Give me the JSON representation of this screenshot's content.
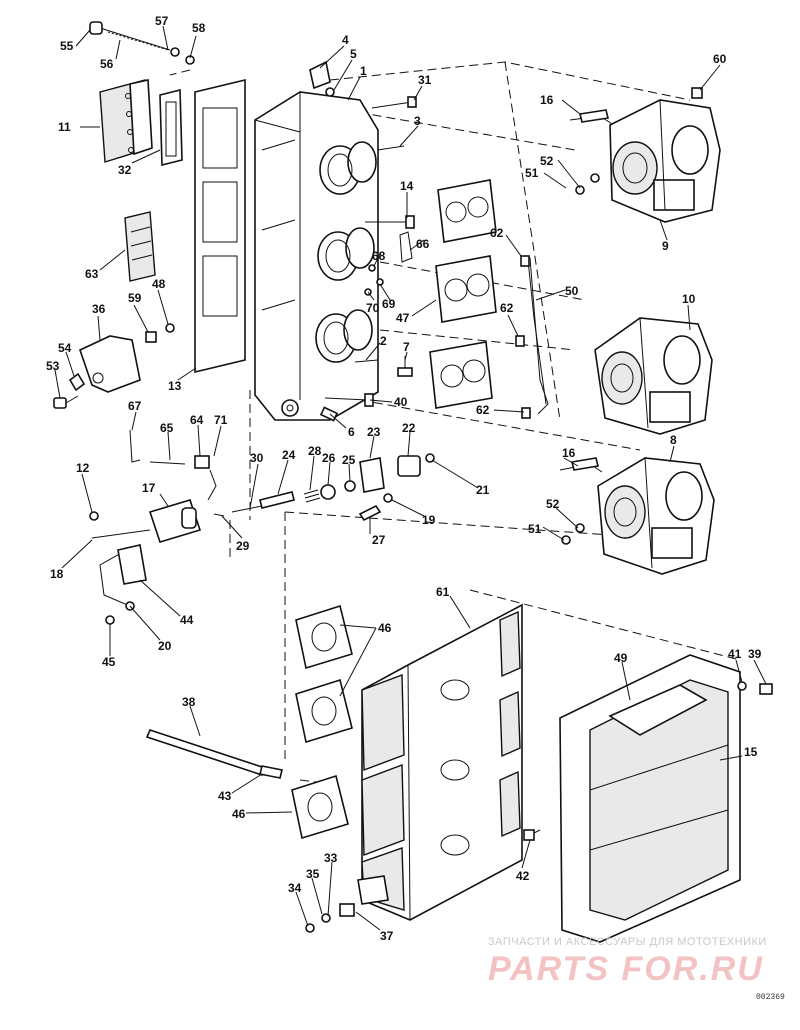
{
  "callouts": [
    {
      "label": "55"
    },
    {
      "label": "57"
    },
    {
      "label": "58"
    },
    {
      "label": "56"
    },
    {
      "label": "4"
    },
    {
      "label": "5"
    },
    {
      "label": "1"
    },
    {
      "label": "31"
    },
    {
      "label": "60"
    },
    {
      "label": "11"
    },
    {
      "label": "16"
    },
    {
      "label": "3"
    },
    {
      "label": "32"
    },
    {
      "label": "52"
    },
    {
      "label": "51"
    },
    {
      "label": "14"
    },
    {
      "label": "66"
    },
    {
      "label": "62"
    },
    {
      "label": "9"
    },
    {
      "label": "63"
    },
    {
      "label": "68"
    },
    {
      "label": "50"
    },
    {
      "label": "48"
    },
    {
      "label": "59"
    },
    {
      "label": "69"
    },
    {
      "label": "70"
    },
    {
      "label": "62"
    },
    {
      "label": "10"
    },
    {
      "label": "36"
    },
    {
      "label": "47"
    },
    {
      "label": "54"
    },
    {
      "label": "2"
    },
    {
      "label": "53"
    },
    {
      "label": "7"
    },
    {
      "label": "13"
    },
    {
      "label": "40"
    },
    {
      "label": "62"
    },
    {
      "label": "67"
    },
    {
      "label": "64"
    },
    {
      "label": "71"
    },
    {
      "label": "65"
    },
    {
      "label": "6"
    },
    {
      "label": "23"
    },
    {
      "label": "22"
    },
    {
      "label": "16"
    },
    {
      "label": "8"
    },
    {
      "label": "28"
    },
    {
      "label": "26"
    },
    {
      "label": "25"
    },
    {
      "label": "12"
    },
    {
      "label": "30"
    },
    {
      "label": "24"
    },
    {
      "label": "21"
    },
    {
      "label": "17"
    },
    {
      "label": "29"
    },
    {
      "label": "19"
    },
    {
      "label": "52"
    },
    {
      "label": "27"
    },
    {
      "label": "18"
    },
    {
      "label": "51"
    },
    {
      "label": "44"
    },
    {
      "label": "61"
    },
    {
      "label": "20"
    },
    {
      "label": "46"
    },
    {
      "label": "45"
    },
    {
      "label": "41"
    },
    {
      "label": "39"
    },
    {
      "label": "49"
    },
    {
      "label": "38"
    },
    {
      "label": "15"
    },
    {
      "label": "43"
    },
    {
      "label": "46"
    },
    {
      "label": "42"
    },
    {
      "label": "33"
    },
    {
      "label": "34"
    },
    {
      "label": "35"
    },
    {
      "label": "37"
    }
  ],
  "watermark": {
    "top_text": "ЗАПЧАСТИ И АКСЕССУАРЫ ДЛЯ МОТОТЕХНИКИ",
    "logo_text": "PARTS FOR.RU"
  },
  "diagram_code": "002369"
}
